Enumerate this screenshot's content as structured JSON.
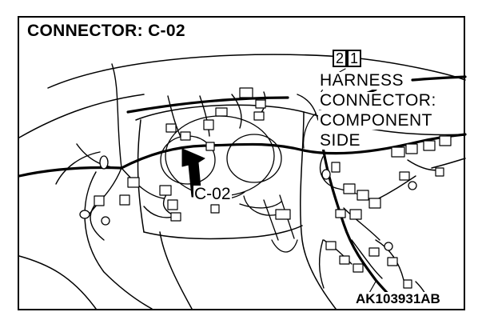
{
  "title": "CONNECTOR: C-02",
  "connector_pins": [
    "2",
    "1"
  ],
  "note_lines": [
    "HARNESS",
    "CONNECTOR:",
    "COMPONENT",
    "SIDE"
  ],
  "callout_label": "C-02",
  "figure_code": "AK103931AB",
  "colors": {
    "ink": "#000000",
    "paper": "#ffffff"
  }
}
